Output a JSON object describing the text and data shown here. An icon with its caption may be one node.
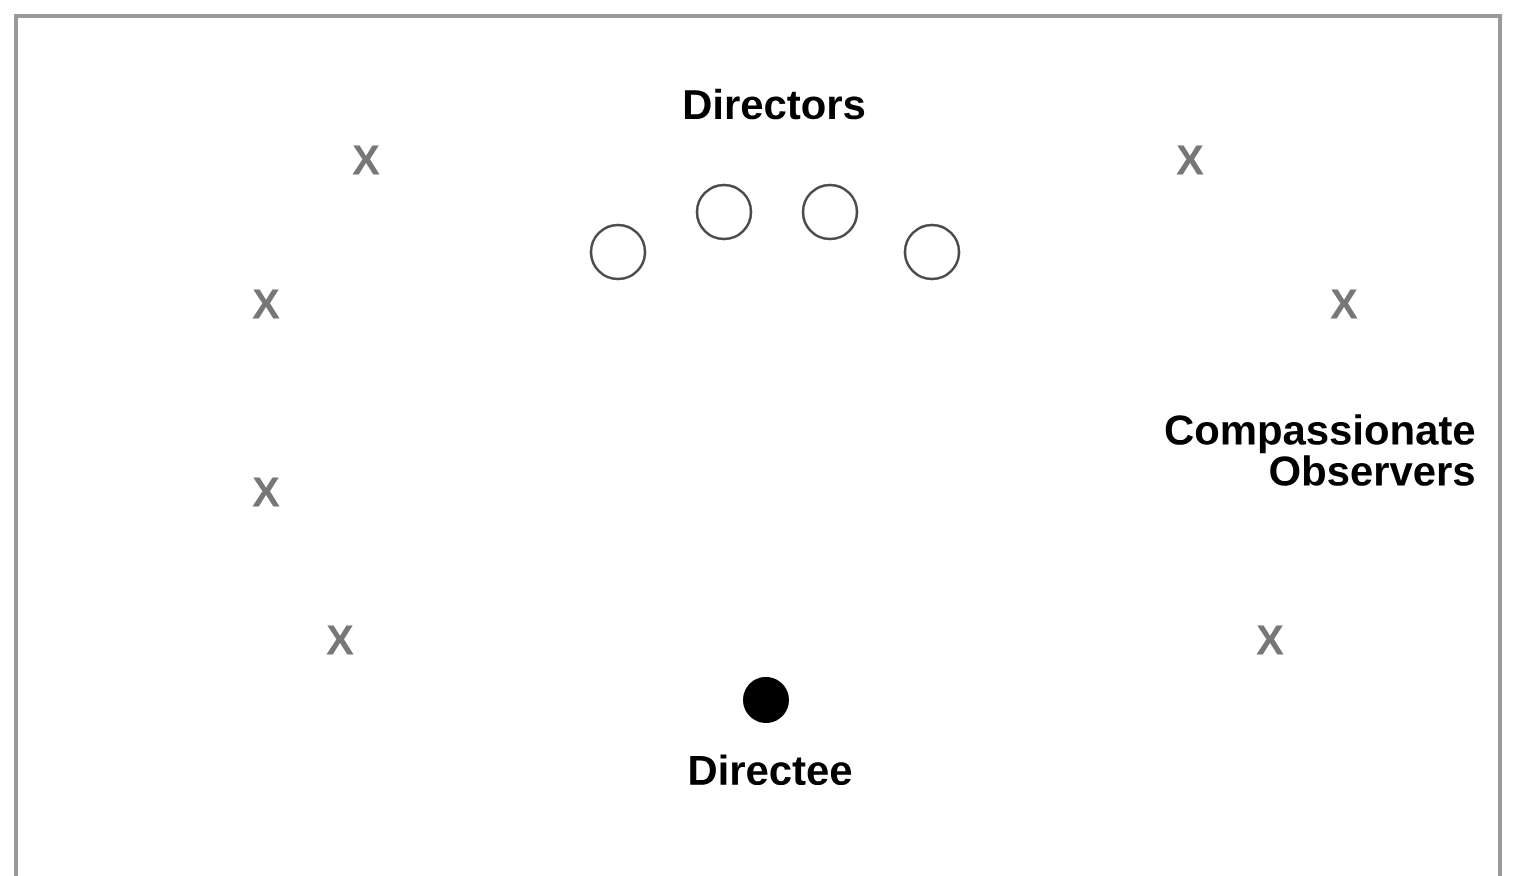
{
  "diagram": {
    "nodes": [
      {
        "text": [],
        "shape": "circle"
      },
      {
        "text": [],
        "shape": "circle"
      },
      {
        "text": [],
        "shape": "circle"
      },
      {
        "text": [],
        "shape": "circle"
      },
      {
        "text": [
          "Directee"
        ]
      }
    ],
    "edges": [],
    "labels": [
      "Directors",
      "X",
      "X",
      "X",
      "X",
      "Compassionate Observers",
      "X",
      "X",
      "X"
    ]
  }
}
